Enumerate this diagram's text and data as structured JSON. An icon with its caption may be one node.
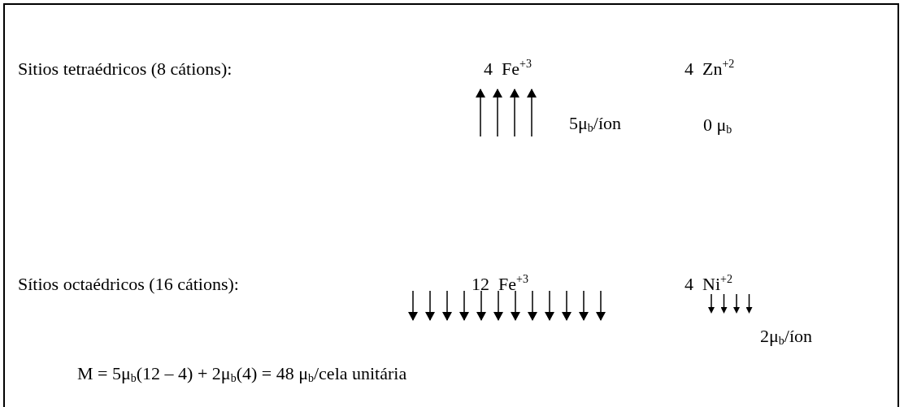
{
  "diagram": {
    "labels": [
      "Sitios tetraédricos (8 cátions):",
      "4  Fe$^{+3}$",
      "4  Zn$^{+2}$",
      "5μ$_{b}$/íon",
      "0 μ$_{b}$",
      "Sítios octaédricos (16 cátions):",
      "12  Fe$^{+3}$",
      "4  Ni$^{+2}$",
      "2μ$_{b}$/íon",
      "M = 5μ$_{b}$(12 – 4) + 2μ$_{b}$(4) = 48 μ$_{b}$/cela unitária"
    ]
  }
}
